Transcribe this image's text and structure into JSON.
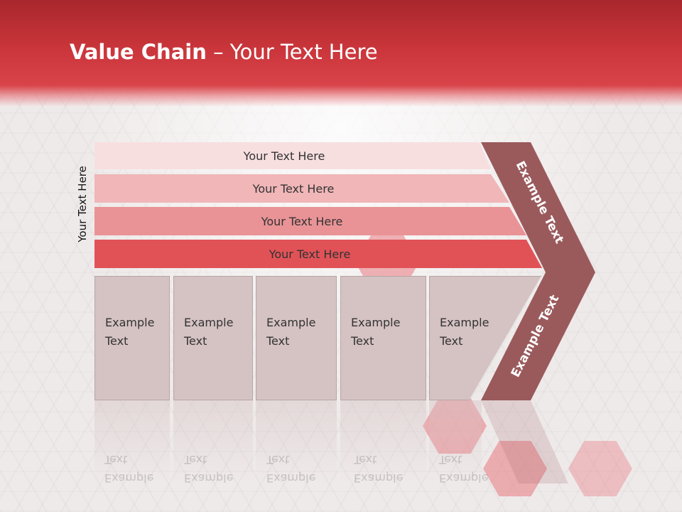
{
  "title": {
    "bold": "Value Chain",
    "rest": " – Your Text Here"
  },
  "vertical_label": "Your Text Here",
  "bars": [
    {
      "label": "Your Text Here",
      "color": "#f7dfe0"
    },
    {
      "label": "Your Text Here",
      "color": "#f0b6b8"
    },
    {
      "label": "Your Text Here",
      "color": "#e99396"
    },
    {
      "label": "Your Text Here",
      "color": "#e15257"
    }
  ],
  "boxes": [
    {
      "line1": "Example",
      "line2": "Text"
    },
    {
      "line1": "Example",
      "line2": "Text"
    },
    {
      "line1": "Example",
      "line2": "Text"
    },
    {
      "line1": "Example",
      "line2": "Text"
    },
    {
      "line1": "Example",
      "line2": "Text"
    }
  ],
  "arrow": {
    "upper_label": "Example Text",
    "lower_label": "Example Text",
    "color": "#9a5a5c"
  },
  "colors": {
    "header": "#c9353a",
    "box": "#d5c2c3"
  }
}
